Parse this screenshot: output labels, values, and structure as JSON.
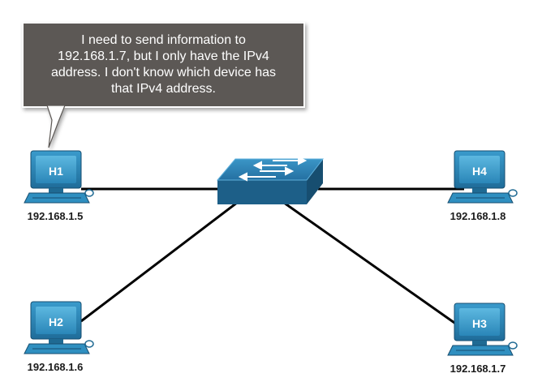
{
  "message": {
    "line1": "I need to send information to",
    "line2": "192.168.1.7, but I only have the IPv4",
    "line3": "address. I don't know which device has",
    "line4": "that IPv4 address."
  },
  "hosts": [
    {
      "name": "H1",
      "ip": "192.168.1.5"
    },
    {
      "name": "H2",
      "ip": "192.168.1.6"
    },
    {
      "name": "H3",
      "ip": "192.168.1.7"
    },
    {
      "name": "H4",
      "ip": "192.168.1.8"
    }
  ],
  "colors": {
    "bubble_bg": "#5c5855",
    "bubble_border": "#ffffff",
    "host_face": "#2f8fc0",
    "host_dark": "#1f6a93",
    "switch_top": "#2d7fb3",
    "switch_side": "#1d5f88",
    "link": "#000000"
  }
}
